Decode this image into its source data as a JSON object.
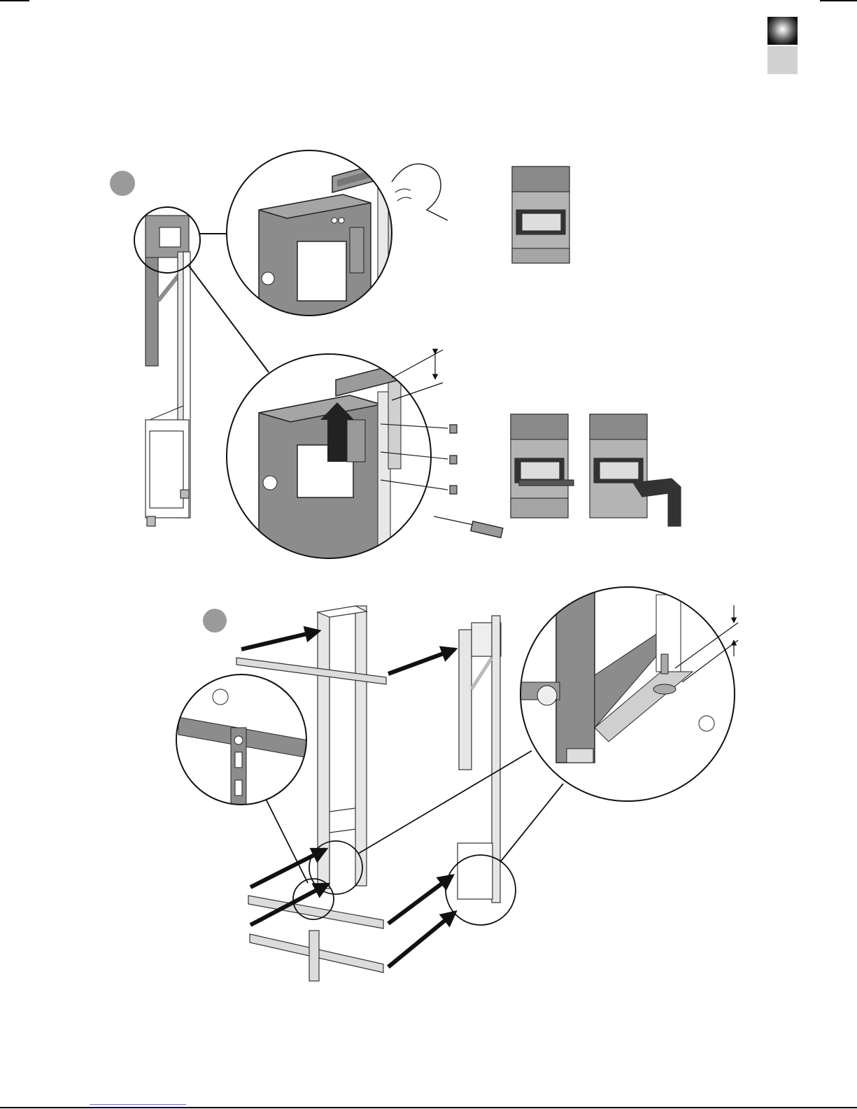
{
  "page": {
    "background": "#ffffff",
    "accent_dark": "#000000",
    "tab_inactive_color": "#d2d2d2",
    "frame_grey": "#8c8c8c",
    "panel_grey": "#b4b4b4",
    "link_color": "#6f6fd8"
  },
  "steps": [
    {
      "id": "step-1",
      "marker": "filled-grey-circle"
    },
    {
      "id": "step-2",
      "marker": "filled-grey-circle"
    }
  ],
  "illustrations": {
    "step_1": [
      "frame-overview",
      "detail-level-top",
      "detail-adjust-height",
      "stove-without-base",
      "stove-with-plate",
      "stove-with-side-box",
      "screws",
      "screwdriver-icon"
    ],
    "step_2": [
      "left-frame",
      "right-frame",
      "crossbars",
      "detail-bracket-slot",
      "detail-foot-height",
      "assembly-arrows"
    ]
  }
}
